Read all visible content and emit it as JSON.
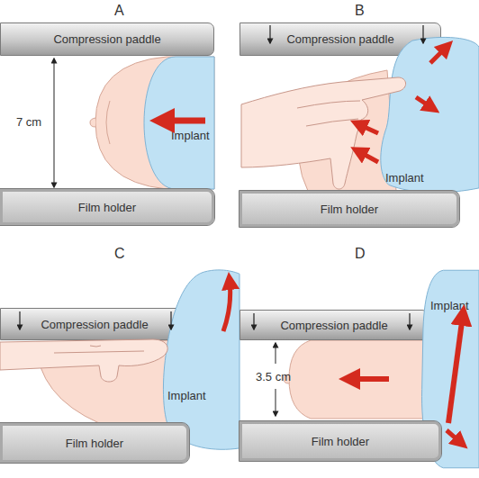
{
  "diagram": {
    "nodes": [
      {
        "text": [
          "Compression paddle"
        ]
      },
      {
        "text": [
          "Implant"
        ]
      },
      {
        "text": [
          "Film holder"
        ]
      },
      {
        "text": [
          "Compression paddle"
        ]
      },
      {
        "text": [
          "Implant"
        ]
      },
      {
        "text": [
          "Film holder"
        ]
      },
      {
        "text": [
          "Compression paddle"
        ]
      },
      {
        "text": [
          "Implant"
        ]
      },
      {
        "text": [
          "Film holder"
        ]
      },
      {
        "text": [
          "Compression paddle"
        ]
      },
      {
        "text": [
          "Implant"
        ]
      },
      {
        "text": [
          "Film holder"
        ]
      }
    ],
    "labels": [
      "A",
      "B",
      "7 cm",
      "C",
      "D",
      "3.5 cm"
    ]
  }
}
